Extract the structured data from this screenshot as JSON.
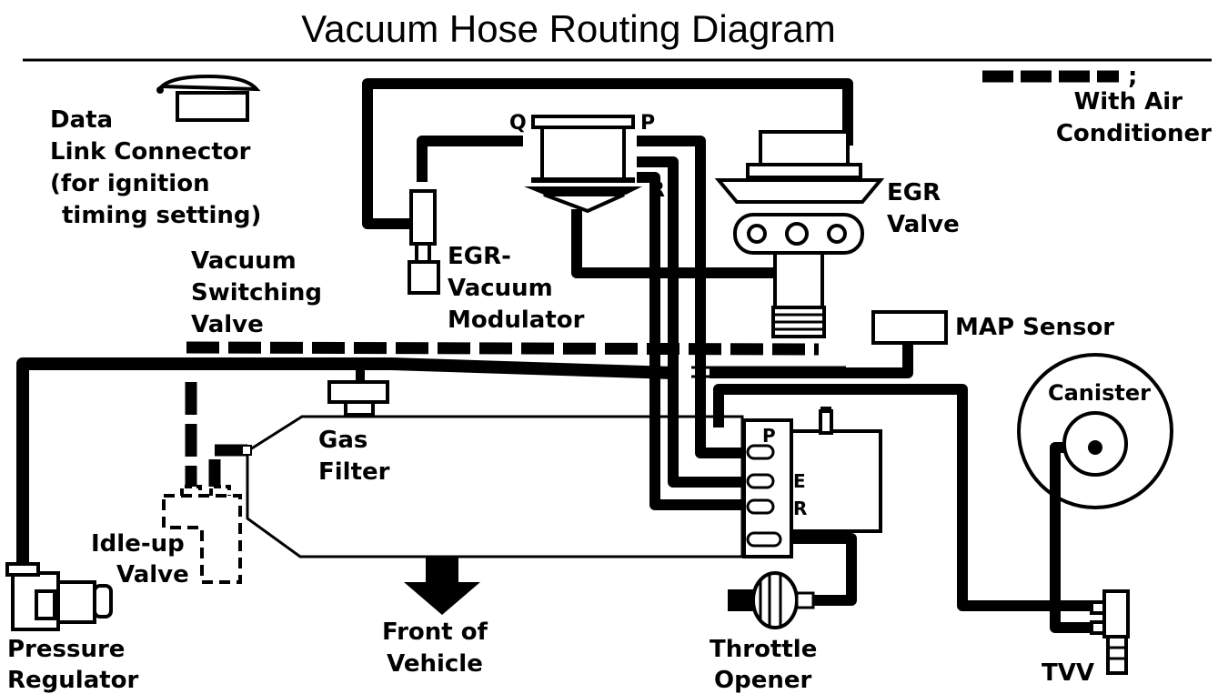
{
  "title": "Vacuum Hose Routing Diagram",
  "legend": {
    "symbol_text": ";",
    "lines": [
      "With  Air",
      "Conditioner"
    ]
  },
  "labels": {
    "data_link_connector": [
      "Data",
      "Link  Connector",
      "(for  ignition",
      "timing  setting)"
    ],
    "vacuum_switching_valve": [
      "Vacuum",
      "Switching",
      "Valve"
    ],
    "egr_vacuum_modulator": [
      "EGR-",
      "Vacuum",
      "Modulator"
    ],
    "egr_valve": [
      "EGR",
      "Valve"
    ],
    "map_sensor": "MAP  Sensor",
    "canister": "Canister",
    "gas_filter": [
      "Gas",
      "Filter"
    ],
    "idle_up_valve": [
      "Idle-up",
      "Valve"
    ],
    "pressure_regulator": [
      "Pressure",
      "Regulator"
    ],
    "front_of_vehicle": [
      "Front  of",
      "Vehicle"
    ],
    "throttle_opener": [
      "Throttle",
      "Opener"
    ],
    "tvv": "TVV"
  },
  "port_letters": {
    "modulator_q": "Q",
    "modulator_p": "P",
    "modulator_r": "R",
    "throttle_body_p": "P",
    "throttle_body_e": "E",
    "throttle_body_r": "R"
  }
}
